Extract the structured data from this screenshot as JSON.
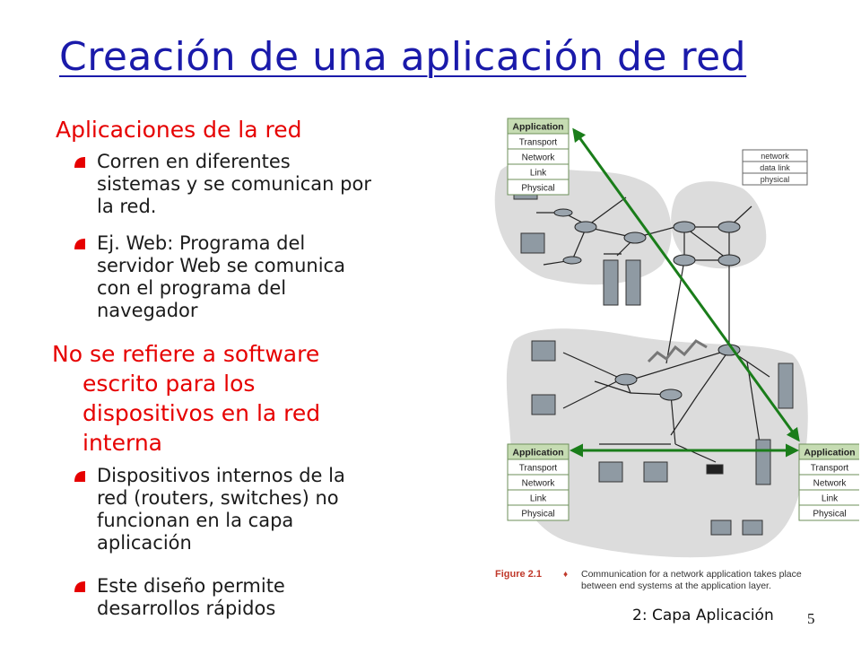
{
  "slide": {
    "title": "Creación de una aplicación de red",
    "section1": {
      "heading": "Aplicaciones de la red"
    },
    "bullets1": [
      {
        "lines": [
          "Corren en diferentes",
          "sistemas y se comunican por",
          "la red."
        ]
      },
      {
        "lines": [
          "Ej. Web: Programa del",
          "servidor Web se comunica",
          "con el programa del",
          "navegador"
        ]
      }
    ],
    "section2": {
      "lines": [
        "No se refiere a software",
        "escrito para los",
        "dispositivos en la red",
        "interna"
      ]
    },
    "bullets2": [
      {
        "lines": [
          "Dispositivos internos de la",
          "red (routers, switches) no",
          "funcionan en la capa",
          "aplicación"
        ]
      },
      {
        "lines": [
          "Este diseño permite",
          "desarrollos rápidos"
        ]
      }
    ],
    "footer": "2: Capa Aplicación",
    "page_number": "5"
  },
  "diagram": {
    "stack_layers": [
      "Application",
      "Transport",
      "Network",
      "Link",
      "Physical"
    ],
    "router_stack": [
      "network",
      "data link",
      "physical"
    ],
    "caption_label": "Figure 2.1",
    "caption_lines": [
      "Communication for a network application takes place",
      "between end systems at the application layer."
    ],
    "colors": {
      "stack_header": "#c6dcb3",
      "stack_border": "#6d8f5a",
      "arrow": "#1a7d1a",
      "network_blob": "#dcdcdc"
    }
  }
}
